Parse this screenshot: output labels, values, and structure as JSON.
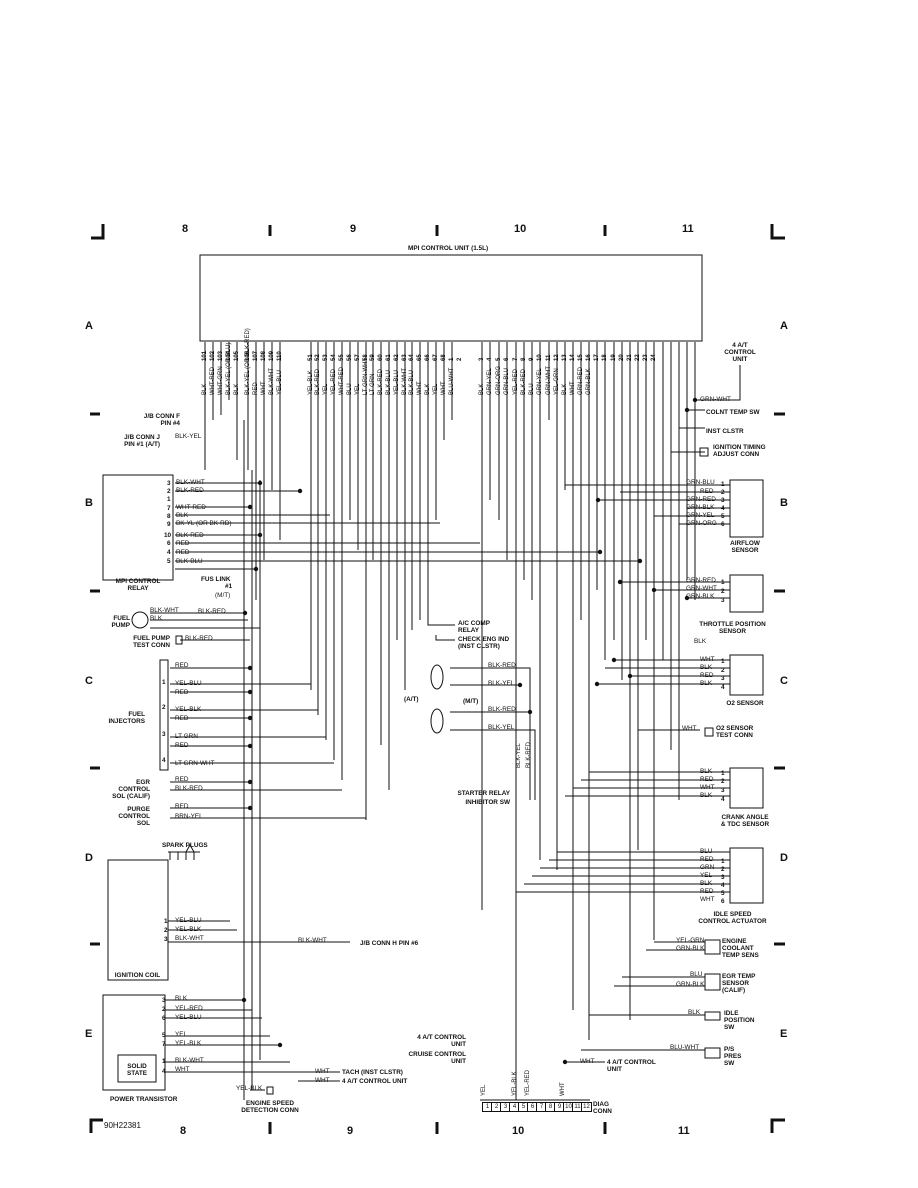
{
  "diagram_code": "90H22381",
  "ecu": {
    "title": "MPI CONTROL UNIT (1.5L)",
    "pins": [
      "101",
      "102",
      "103",
      "104",
      "105",
      "106",
      "107",
      "108",
      "109",
      "110",
      "51",
      "52",
      "53",
      "54",
      "55",
      "56",
      "57",
      "58",
      "59",
      "60",
      "61",
      "62",
      "63",
      "64",
      "65",
      "66",
      "67",
      "68",
      "1",
      "2",
      "3",
      "4",
      "5",
      "6",
      "7",
      "8",
      "9",
      "10",
      "11",
      "12",
      "13",
      "14",
      "15",
      "16",
      "17",
      "18",
      "19",
      "20",
      "21",
      "22",
      "23",
      "24"
    ],
    "wires": [
      "BLK",
      "WHT-RED",
      "WHT-GRN",
      "BLK-YEL (OR BLU)",
      "BLK",
      "BLK-YEL (OR BLK-RED)",
      "RED",
      "WHT",
      "BLK-WHT",
      "YEL-BLU",
      "YEL-BLK",
      "BLK-RED",
      "YEL",
      "YEL-RED",
      "WHT-RED",
      "BLU",
      "YEL",
      "LT GRN-WHT",
      "LT GRN",
      "BLK-RED",
      "BLK-BLU",
      "YEL-BLU",
      "BLK-WHT",
      "BLK-BLU",
      "WHT",
      "BLK",
      "YEL",
      "WHT",
      "BLU-WHT",
      "BLK",
      "GRN-YEL",
      "GRN-ORG",
      "GRN-BLU",
      "YEL-RED",
      "BLK-RED",
      "BLU",
      "GRN-YEL",
      "GRN-WHT",
      "YEL-GRN",
      "BLK",
      "WHT",
      "GRN-RED",
      "GRN-BLK"
    ]
  },
  "grid": {
    "columns": [
      "8",
      "9",
      "10",
      "11"
    ],
    "rows": [
      "A",
      "B",
      "C",
      "D",
      "E"
    ]
  },
  "left_components": {
    "jb_conn_f": "J/B CONN F",
    "jb_conn_f_pin": "PIN #4",
    "jb_conn_j": "J/B CONN J",
    "jb_conn_j_pin": "PIN #1 (A/T)",
    "jb_conn_j_wire": "BLK-YEL",
    "mpi_relay": "MPI CONTROL",
    "mpi_relay2": "RELAY",
    "relay_pins": [
      "3",
      "2",
      "1",
      "7",
      "8",
      "9",
      "10",
      "6",
      "4",
      "5"
    ],
    "relay_wires": [
      "BLK-WHT",
      "BLK-RED",
      "WHT-RED",
      "BLK",
      "BK-YL (OR BK-RD)",
      "BLK-RED",
      "RED",
      "RED",
      "BLK-BLU"
    ],
    "fus_link": "FUS LINK",
    "fus_link_num": "#1",
    "mt": "(M/T)",
    "fuel_pump": "FUEL",
    "fuel_pump2": "PUMP",
    "fuel_pump_wires": [
      "BLK-WHT",
      "BLK",
      "BLK-RED"
    ],
    "fp_test": "FUEL PUMP",
    "fp_test2": "TEST CONN",
    "fp_test_wire": "BLK-RED",
    "injectors": "FUEL",
    "injectors2": "INJECTORS",
    "injector_pins": [
      "1",
      "2",
      "3",
      "4"
    ],
    "injector_wires": [
      "RED",
      "YEL-BLU",
      "RED",
      "YEL-BLK",
      "RED",
      "LT GRN",
      "RED",
      "LT GRN-WHT"
    ],
    "egr_sol": "EGR",
    "egr_sol2": "CONTROL",
    "egr_sol3": "SOL (CALIF)",
    "egr_sol_wires": [
      "RED",
      "BLK-RED"
    ],
    "purge_sol": "PURGE",
    "purge_sol2": "CONTROL",
    "purge_sol3": "SOL",
    "purge_sol_wires": [
      "RED",
      "BRN-YEL"
    ],
    "spark_plugs": "SPARK PLUGS",
    "ign_coil": "IGNITION COIL",
    "ign_pins": [
      "1",
      "2",
      "3"
    ],
    "ign_wires": [
      "YEL-BLU",
      "YEL-BLK",
      "BLK-WHT"
    ],
    "jb_conn_h": "J/B CONN H PIN #6",
    "jb_conn_h_wire": "BLK-WHT",
    "pt_pins": [
      "3",
      "2",
      "6",
      "5",
      "7",
      "1",
      "4"
    ],
    "pt_wires": [
      "BLK",
      "YEL-RED",
      "YEL-BLU",
      "YEL",
      "YEL-BLK",
      "BLK-WHT",
      "WHT"
    ],
    "solid_state": "SOLID",
    "solid_state2": "STATE",
    "power_transistor": "POWER TRANSISTOR",
    "tach": "TACH (INST CLSTR)",
    "at_unit": "4 A/T CONTROL UNIT",
    "tach_wires": [
      "WHT",
      "WHT"
    ],
    "esd_conn": "ENGINE SPEED",
    "esd_conn2": "DETECTION CONN",
    "esd_wire": "YEL-BLK"
  },
  "center": {
    "ac_relay": "A/C COMP",
    "ac_relay2": "RELAY",
    "check_eng": "CHECK ENG IND",
    "check_eng2": "(INST CLSTR)",
    "at": "(A/T)",
    "mt": "(M/T)",
    "wires": [
      "BLK-RED",
      "BLK-YEL",
      "BLK-RED",
      "BLK-YEL",
      "BLK-YEL",
      "BLK-RED"
    ],
    "starter": "STARTER RELAY",
    "inhibitor": "INHIBITOR SW",
    "at_ctrl": "4 A/T CONTROL",
    "at_ctrl2": "UNIT",
    "cruise": "CRUISE CONTROL",
    "cruise2": "UNIT",
    "diag_wires": [
      "YEL",
      "YEL-BLK",
      "YEL-RED",
      "WHT"
    ],
    "diag_pins": [
      "1",
      "2",
      "3",
      "4",
      "5",
      "6",
      "7",
      "8",
      "9",
      "10",
      "11",
      "12"
    ],
    "diag": "DIAG",
    "diag2": "CONN"
  },
  "right_components": {
    "at_unit_top": "4 A/T",
    "at_unit_top2": "CONTROL",
    "at_unit_top3": "UNIT",
    "grn_wht": "GRN-WHT",
    "coolant_sw": "COLNT TEMP SW",
    "inst": "INST CLSTR",
    "ign_timing": "IGNITION TIMING",
    "ign_timing2": "ADJUST CONN",
    "airflow_wires": [
      "GRN-BLU",
      "RED",
      "GRN-RED",
      "GRN-BLK",
      "GRN-YEL",
      "GRN-ORG"
    ],
    "airflow_pins": [
      "1",
      "2",
      "3",
      "4",
      "5",
      "6"
    ],
    "airflow": "AIRFLOW",
    "airflow2": "SENSOR",
    "tps_wires": [
      "GRN-RED",
      "GRN-WHT",
      "GRN-BLK"
    ],
    "tps_pins": [
      "1",
      "2",
      "3"
    ],
    "tps": "THROTTLE POSITION",
    "tps2": "SENSOR",
    "o2_wires": [
      "BLK",
      "WHT",
      "BLK",
      "RED",
      "BLK"
    ],
    "o2_pins": [
      "1",
      "2",
      "3",
      "4"
    ],
    "o2": "O2 SENSOR",
    "o2_test_wire": "WHT",
    "o2_test": "O2 SENSOR",
    "o2_test2": "TEST CONN",
    "crank_wires": [
      "BLK",
      "RED",
      "WHT",
      "BLK"
    ],
    "crank_pins": [
      "1",
      "2",
      "3",
      "4"
    ],
    "crank": "CRANK ANGLE",
    "crank2": "& TDC SENSOR",
    "isc_wires": [
      "BLU",
      "RED",
      "GRN",
      "YEL",
      "BLK",
      "RED",
      "WHT"
    ],
    "isc_pins": [
      "1",
      "2",
      "3",
      "4",
      "5",
      "6"
    ],
    "isc": "IDLE SPEED",
    "isc2": "CONTROL ACTUATOR",
    "ect_wires": [
      "YEL-GRN",
      "GRN-BLK"
    ],
    "ect": "ENGINE",
    "ect2": "COOLANT",
    "ect3": "TEMP SENS",
    "egr_temp_wires": [
      "BLU",
      "GRN-BLK"
    ],
    "egr_temp": "EGR TEMP",
    "egr_temp2": "SENSOR",
    "egr_temp3": "(CALIF)",
    "idle_wire": "BLK",
    "idle": "IDLE",
    "idle2": "POSITION",
    "idle3": "SW",
    "ps_wire": "BLU-WHT",
    "ps": "P/S",
    "ps2": "PRES",
    "ps3": "SW",
    "at_unit_wire": "WHT",
    "at_unit": "4 A/T CONTROL",
    "at_unit2": "UNIT"
  }
}
